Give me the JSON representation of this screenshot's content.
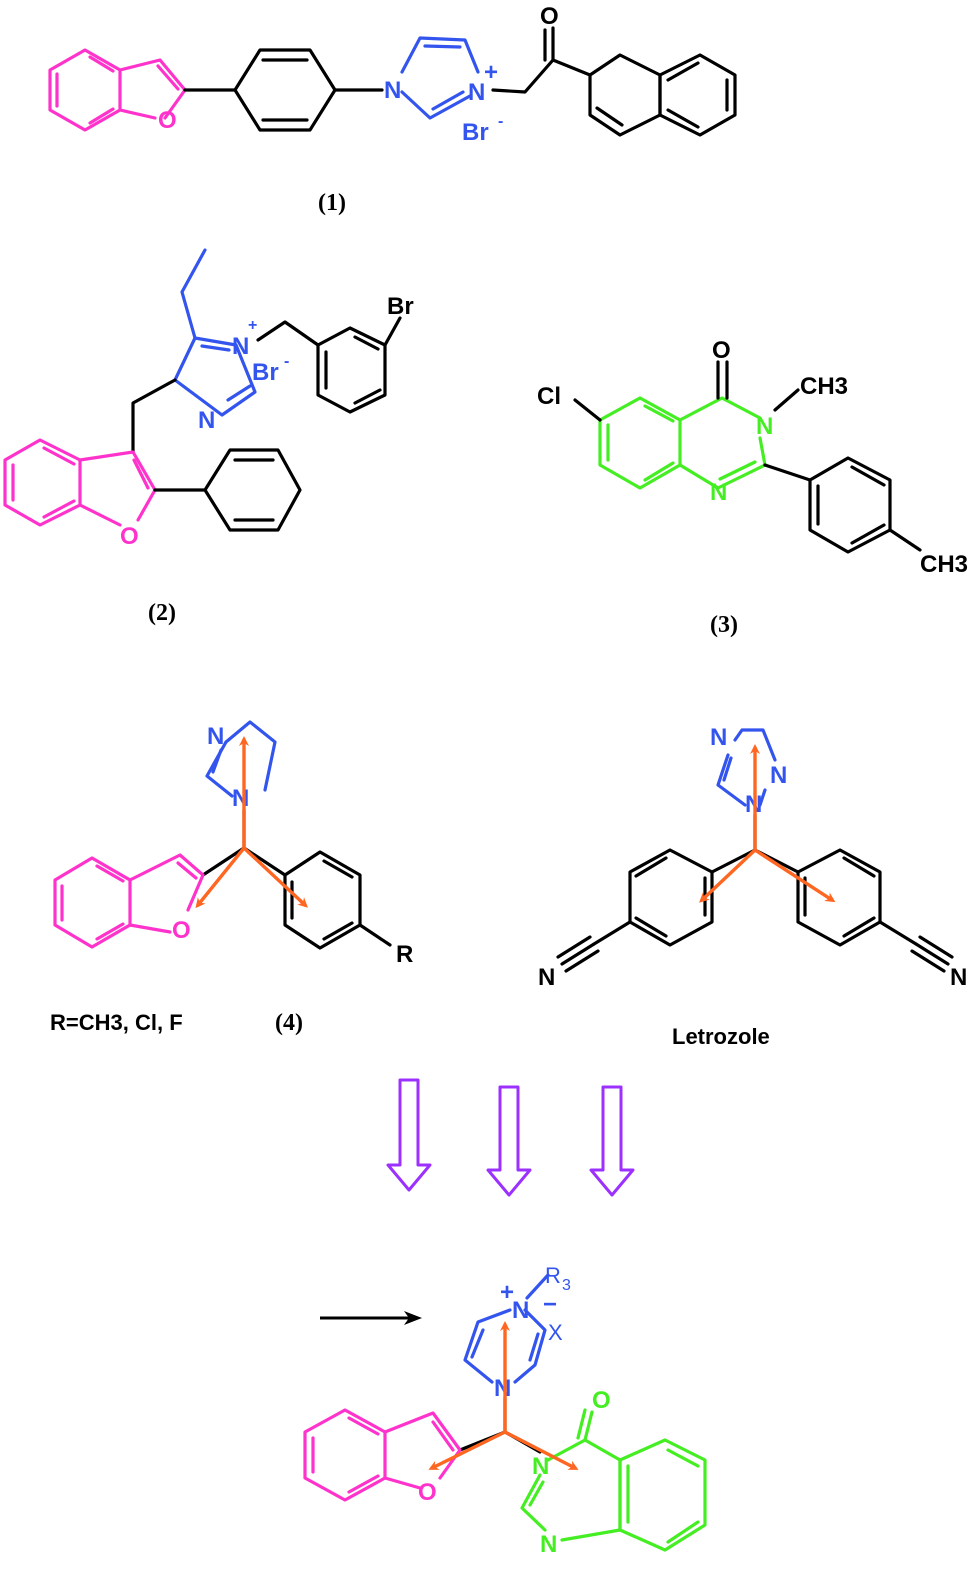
{
  "colors": {
    "benzofuran": "#ff33cc",
    "imidazole": "#3355ee",
    "quinazolinone": "#44ee22",
    "scaffold": "#000000",
    "pharmacophore_arrow": "#ff6622",
    "design_arrow": "#9b30ff"
  },
  "compounds": {
    "c1": {
      "label": "(1)",
      "O": "O",
      "N1": "N",
      "N3": "N",
      "plus": "+",
      "Br": "Br",
      "minus": "-",
      "ketone_O": "O"
    },
    "c2": {
      "label": "(2)",
      "O": "O",
      "N": "N",
      "Nplus": "N",
      "plus": "+",
      "Br_ion": "Br",
      "minus": "-",
      "Br_sub": "Br"
    },
    "c3": {
      "label": "(3)",
      "Cl": "Cl",
      "O": "O",
      "N": "N",
      "N2": "N",
      "CH3_top": "CH3",
      "CH3_bottom": "CH3"
    },
    "c4": {
      "label": "(4)",
      "substituents": "R=CH3, Cl, F",
      "R": "R",
      "O": "O",
      "N_top": "N",
      "N_link": "N"
    },
    "letrozole": {
      "label": "Letrozole",
      "N_a": "N",
      "N_b": "N",
      "N_c": "N",
      "CN_left": "N",
      "CN_right": "N"
    },
    "target": {
      "R3": "R",
      "R3_sub": "3",
      "plus": "+",
      "minus": "−",
      "X": "X",
      "N_plus": "N",
      "N_link": "N",
      "O_furan": "O",
      "O_ketone": "O",
      "N_q1": "N",
      "N_q2": "N"
    }
  }
}
